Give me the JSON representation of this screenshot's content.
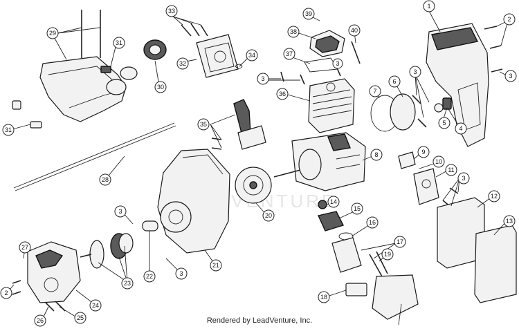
{
  "footer": {
    "credit": "Rendered by LeadVenture, Inc."
  },
  "watermark": {
    "text": "ADVENTURE"
  },
  "callouts": [
    {
      "id": "c1",
      "label": "1"
    },
    {
      "id": "c2a",
      "label": "2"
    },
    {
      "id": "c2b",
      "label": "2"
    },
    {
      "id": "c3a",
      "label": "3"
    },
    {
      "id": "c3b",
      "label": "3"
    },
    {
      "id": "c3c",
      "label": "3"
    },
    {
      "id": "c3d",
      "label": "3"
    },
    {
      "id": "c3e",
      "label": "3"
    },
    {
      "id": "c3f",
      "label": "3"
    },
    {
      "id": "c3g",
      "label": "3"
    },
    {
      "id": "c4",
      "label": "4"
    },
    {
      "id": "c5",
      "label": "5"
    },
    {
      "id": "c6",
      "label": "6"
    },
    {
      "id": "c7",
      "label": "7"
    },
    {
      "id": "c8",
      "label": "8"
    },
    {
      "id": "c9",
      "label": "9"
    },
    {
      "id": "c10",
      "label": "10"
    },
    {
      "id": "c11",
      "label": "11"
    },
    {
      "id": "c12",
      "label": "12"
    },
    {
      "id": "c13",
      "label": "13"
    },
    {
      "id": "c14",
      "label": "14"
    },
    {
      "id": "c15",
      "label": "15"
    },
    {
      "id": "c16",
      "label": "16"
    },
    {
      "id": "c17",
      "label": "17"
    },
    {
      "id": "c18",
      "label": "18"
    },
    {
      "id": "c19",
      "label": "19"
    },
    {
      "id": "c20",
      "label": "20"
    },
    {
      "id": "c21",
      "label": "21"
    },
    {
      "id": "c22",
      "label": "22"
    },
    {
      "id": "c23",
      "label": "23"
    },
    {
      "id": "c24",
      "label": "24"
    },
    {
      "id": "c25",
      "label": "25"
    },
    {
      "id": "c26",
      "label": "26"
    },
    {
      "id": "c27",
      "label": "27"
    },
    {
      "id": "c28",
      "label": "28"
    },
    {
      "id": "c29",
      "label": "29"
    },
    {
      "id": "c30",
      "label": "30"
    },
    {
      "id": "c31a",
      "label": "31"
    },
    {
      "id": "c31b",
      "label": "31"
    },
    {
      "id": "c32",
      "label": "32"
    },
    {
      "id": "c33",
      "label": "33"
    },
    {
      "id": "c34",
      "label": "34"
    },
    {
      "id": "c35",
      "label": "35"
    },
    {
      "id": "c36",
      "label": "36"
    },
    {
      "id": "c37",
      "label": "37"
    },
    {
      "id": "c38",
      "label": "38"
    },
    {
      "id": "c39",
      "label": "39"
    },
    {
      "id": "c40",
      "label": "40"
    }
  ]
}
